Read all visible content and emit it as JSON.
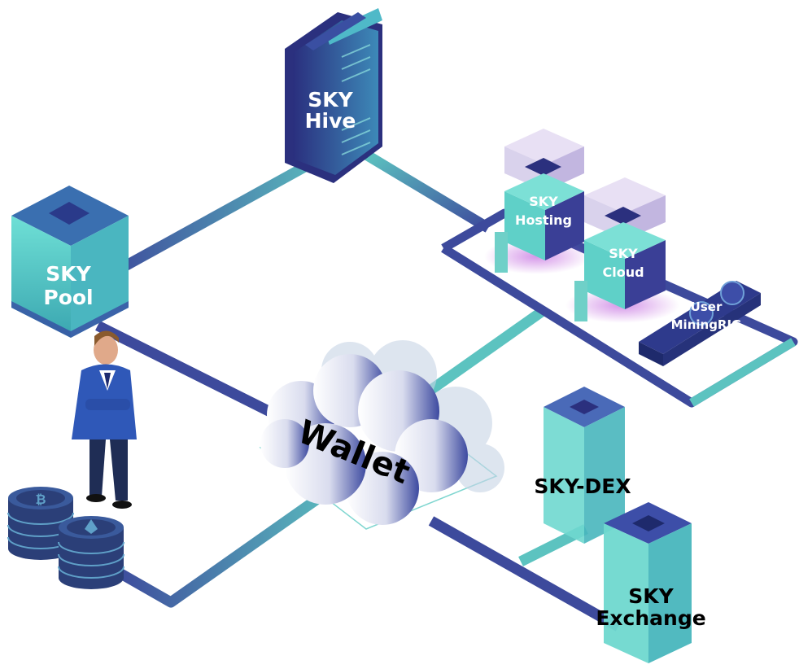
{
  "nodes": {
    "hive": {
      "line1": "SKY",
      "line2": "Hive"
    },
    "pool": {
      "line1": "SKY",
      "line2": "Pool"
    },
    "hosting": {
      "line1": "SKY",
      "line2": "Hosting"
    },
    "cloud": {
      "line1": "SKY",
      "line2": "Cloud"
    },
    "rig": {
      "line1": "User",
      "line2": "MiningRIG"
    },
    "wallet": {
      "label": "Wallet"
    },
    "dex": {
      "label": "SKY-DEX"
    },
    "exchange": {
      "line1": "SKY",
      "line2": "Exchange"
    }
  },
  "colors": {
    "line_dark": "#3d4a9c",
    "line_teal": "#5cc3c0",
    "cube_teal": "#5fd0c8",
    "cube_navy": "#34408f",
    "cube_lavender": "#d9d2ec",
    "glow_purple": "#b23fd6",
    "label_white": "#ffffff",
    "label_black": "#000000"
  }
}
